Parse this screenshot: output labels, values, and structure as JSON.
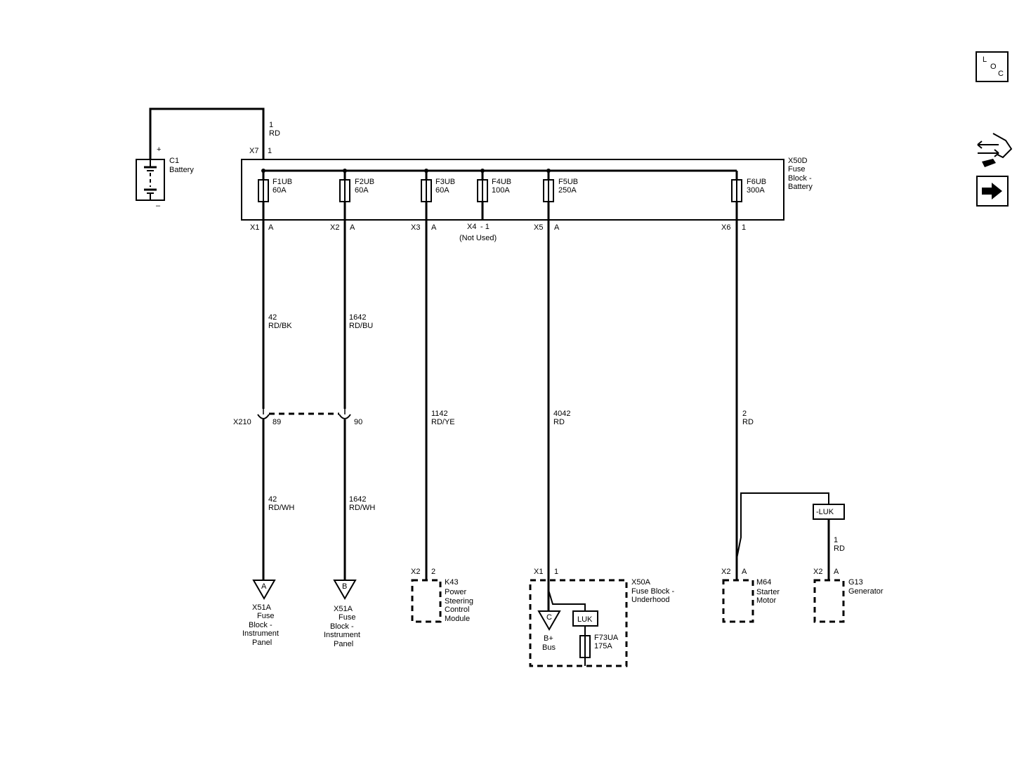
{
  "nav": {
    "loc": [
      "L",
      "O",
      "C"
    ]
  },
  "battery": {
    "name": "C1",
    "desc": "Battery",
    "pos": "+",
    "neg": "–"
  },
  "battery_wire": {
    "num": "1",
    "color": "RD"
  },
  "fuse_block_battery": {
    "connector_in": "X7",
    "pin_in": "1",
    "name": "X50D",
    "desc": [
      "Fuse",
      "Block -",
      "Battery"
    ],
    "fuses": [
      {
        "name": "F1UB",
        "rating": "60A"
      },
      {
        "name": "F2UB",
        "rating": "60A"
      },
      {
        "name": "F3UB",
        "rating": "60A"
      },
      {
        "name": "F4UB",
        "rating": "100A"
      },
      {
        "name": "F5UB",
        "rating": "250A"
      },
      {
        "name": "F6UB",
        "rating": "300A"
      }
    ],
    "outputs": [
      {
        "conn": "X1",
        "pin": "A"
      },
      {
        "conn": "X2",
        "pin": "A"
      },
      {
        "conn": "X3",
        "pin": "A"
      },
      {
        "conn": "X4",
        "pin": "- 1",
        "note": "(Not Used)"
      },
      {
        "conn": "X5",
        "pin": "A"
      },
      {
        "conn": "X6",
        "pin": "1"
      }
    ]
  },
  "wires": {
    "w1_upper": {
      "num": "42",
      "color": "RD/BK"
    },
    "w2_upper": {
      "num": "1642",
      "color": "RD/BU"
    },
    "w3": {
      "num": "1142",
      "color": "RD/YE"
    },
    "w5": {
      "num": "4042",
      "color": "RD"
    },
    "w6": {
      "num": "2",
      "color": "RD"
    },
    "w1_lower": {
      "num": "42",
      "color": "RD/WH"
    },
    "w2_lower": {
      "num": "1642",
      "color": "RD/WH"
    },
    "gen_wire": {
      "num": "1",
      "color": "RD"
    }
  },
  "inline_connector": {
    "name": "X210",
    "pin1": "89",
    "pin2": "90"
  },
  "ends": {
    "a": {
      "letter": "A",
      "lines": [
        "X51A",
        "Fuse",
        "Block -",
        "Instrument",
        "Panel"
      ]
    },
    "b": {
      "letter": "B",
      "lines": [
        "X51A",
        "Fuse",
        "Block -",
        "Instrument",
        "Panel"
      ]
    },
    "k43": {
      "conn": "X2",
      "pin": "2",
      "lines": [
        "K43",
        "Power",
        "Steering",
        "Control",
        "Module"
      ]
    },
    "x50a": {
      "conn": "X1",
      "pin": "1",
      "lines": [
        "X50A",
        "Fuse Block -",
        "Underhood"
      ],
      "luk": "LUK",
      "fuse_name": "F73UA",
      "fuse_rating": "175A",
      "bus_letter": "C",
      "bus_lines": [
        "B+",
        "Bus"
      ]
    },
    "m64": {
      "conn": "X2",
      "pin": "A",
      "lines": [
        "M64",
        "Starter",
        "Motor"
      ]
    },
    "g13": {
      "conn": "X2",
      "pin": "A",
      "lines": [
        "G13",
        "Generator"
      ],
      "luk": "-LUK"
    }
  }
}
